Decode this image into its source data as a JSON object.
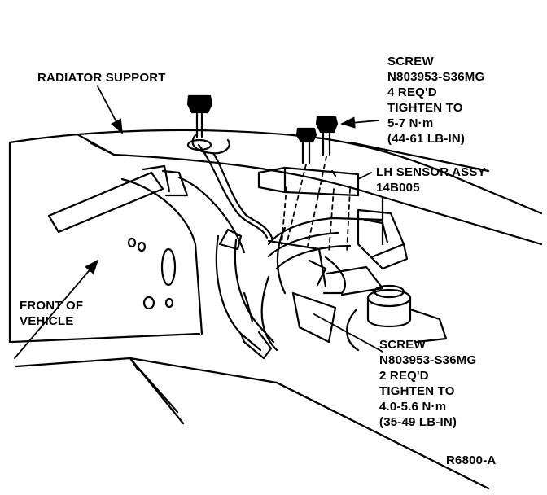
{
  "labels": {
    "radiator_support": "RADIATOR SUPPORT",
    "screw_top": {
      "line1": "SCREW",
      "line2": "N803953-S36MG",
      "line3": "4 REQ'D",
      "line4": "TIGHTEN TO",
      "line5": "5-7 N·m",
      "line6": "(44-61 LB-IN)"
    },
    "lh_sensor": {
      "line1": "LH SENSOR ASSY",
      "line2": "14B005"
    },
    "front_of_vehicle": {
      "line1": "FRONT OF",
      "line2": "VEHICLE"
    },
    "screw_bottom": {
      "line1": "SCREW",
      "line2": "N803953-S36MG",
      "line3": "2 REQ'D",
      "line4": "TIGHTEN TO",
      "line5": "4.0-5.6 N·m",
      "line6": "(35-49 LB-IN)"
    },
    "figure_id": "R6800-A"
  }
}
